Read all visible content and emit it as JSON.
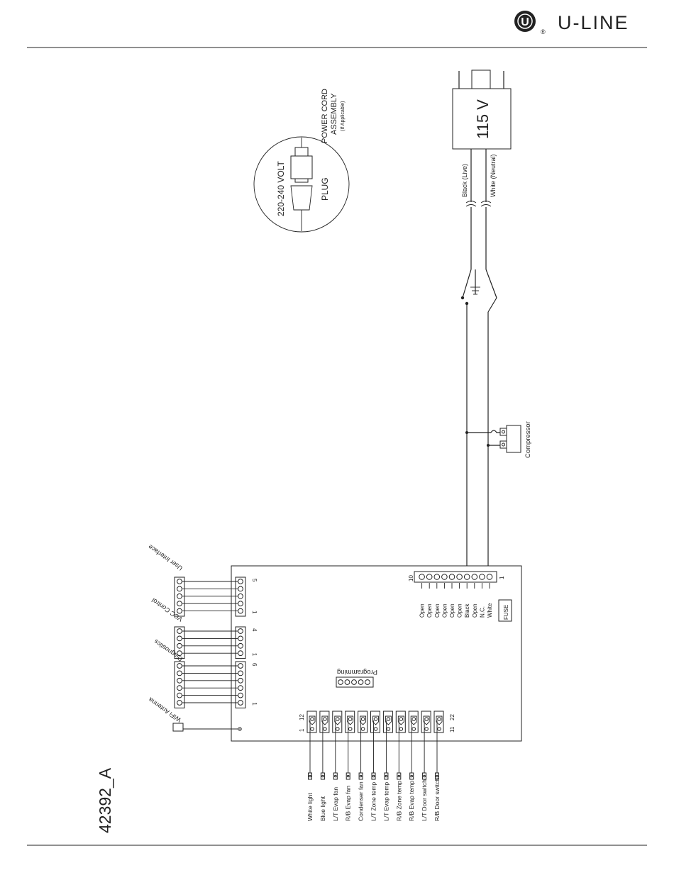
{
  "brand": {
    "name": "U-LINE",
    "registered": "®",
    "logo_letter": "U"
  },
  "drawing_number": "42392_A",
  "supply": {
    "voltage": "115 V",
    "black_wire": "Black (Live)",
    "white_wire": "White (Neutral)"
  },
  "power_cord": {
    "title_line1": "POWER CORD",
    "title_line2": "ASSEMBLY",
    "title_line3": "(If Applicable)",
    "plug_voltage": "220-240 VOLT",
    "plug_label": "PLUG"
  },
  "compressor": {
    "label": "Compressor"
  },
  "board": {
    "programming_label": "Programming",
    "fuse_label": "FUSE",
    "power_connector": {
      "pin_first": "1",
      "pin_last": "10",
      "pins": [
        "White",
        "N.C.",
        "Open",
        "Black",
        "Open",
        "Open",
        "Open",
        "Open",
        "Open",
        "Open"
      ]
    }
  },
  "connectors": {
    "user_interface": {
      "label": "User Interface",
      "pin_first": "1",
      "pin_last": "5"
    },
    "vcc_control": {
      "label": "VCC Control",
      "pin_first": "1",
      "pin_last": "4"
    },
    "diagnostics": {
      "label": "Diagnostics",
      "pin_first": "1",
      "pin_last": "6"
    },
    "wifi": {
      "label": "WiFi Antenna"
    }
  },
  "io_connector": {
    "pin_top_first": "12",
    "pin_top_last": "22",
    "pin_bottom_first": "1",
    "pin_bottom_last": "11",
    "labels": [
      "White light",
      "Blue light",
      "L/T Evap fan",
      "R/B Evap fan",
      "Condenser fan",
      "L/T Zone temp",
      "L/T Evap temp",
      "R/B Zone temp",
      "R/B Evap temp",
      "L/T Door switch",
      "R/B Door switch"
    ]
  }
}
